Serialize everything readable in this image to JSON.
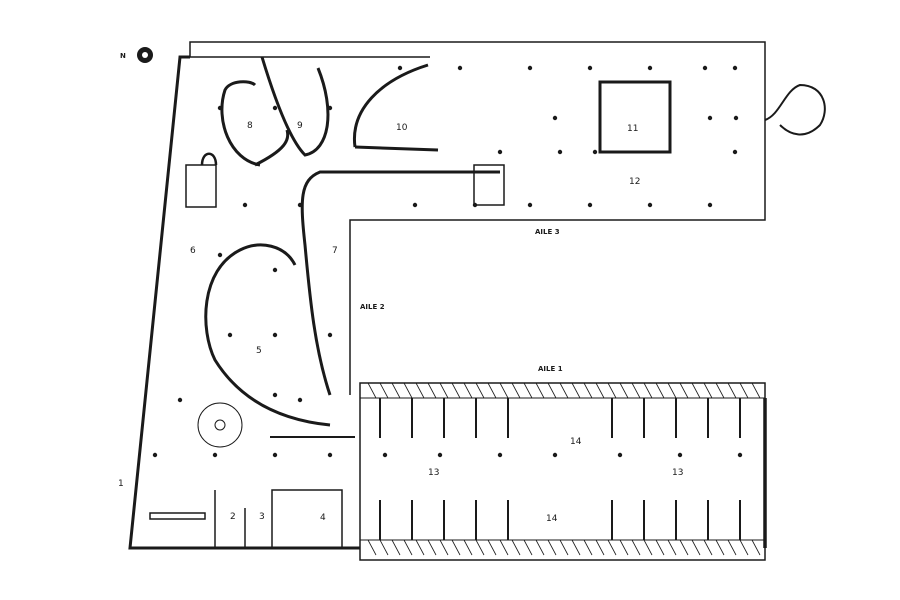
{
  "colors": {
    "ink": "#1a1a1a",
    "paper": "#ffffff"
  },
  "north_label": "N",
  "rooms": {
    "r1": "1",
    "r2": "2",
    "r3": "3",
    "r4": "4",
    "r5": "5",
    "r6": "6",
    "r7": "7",
    "r8": "8",
    "r9": "9",
    "r10": "10",
    "r11": "11",
    "r12": "12",
    "r13a": "13",
    "r13b": "13",
    "r14a": "14",
    "r14b": "14"
  },
  "wings": {
    "aile1": "AILE 1",
    "aile2": "AILE 2",
    "aile3": "AILE 3"
  }
}
